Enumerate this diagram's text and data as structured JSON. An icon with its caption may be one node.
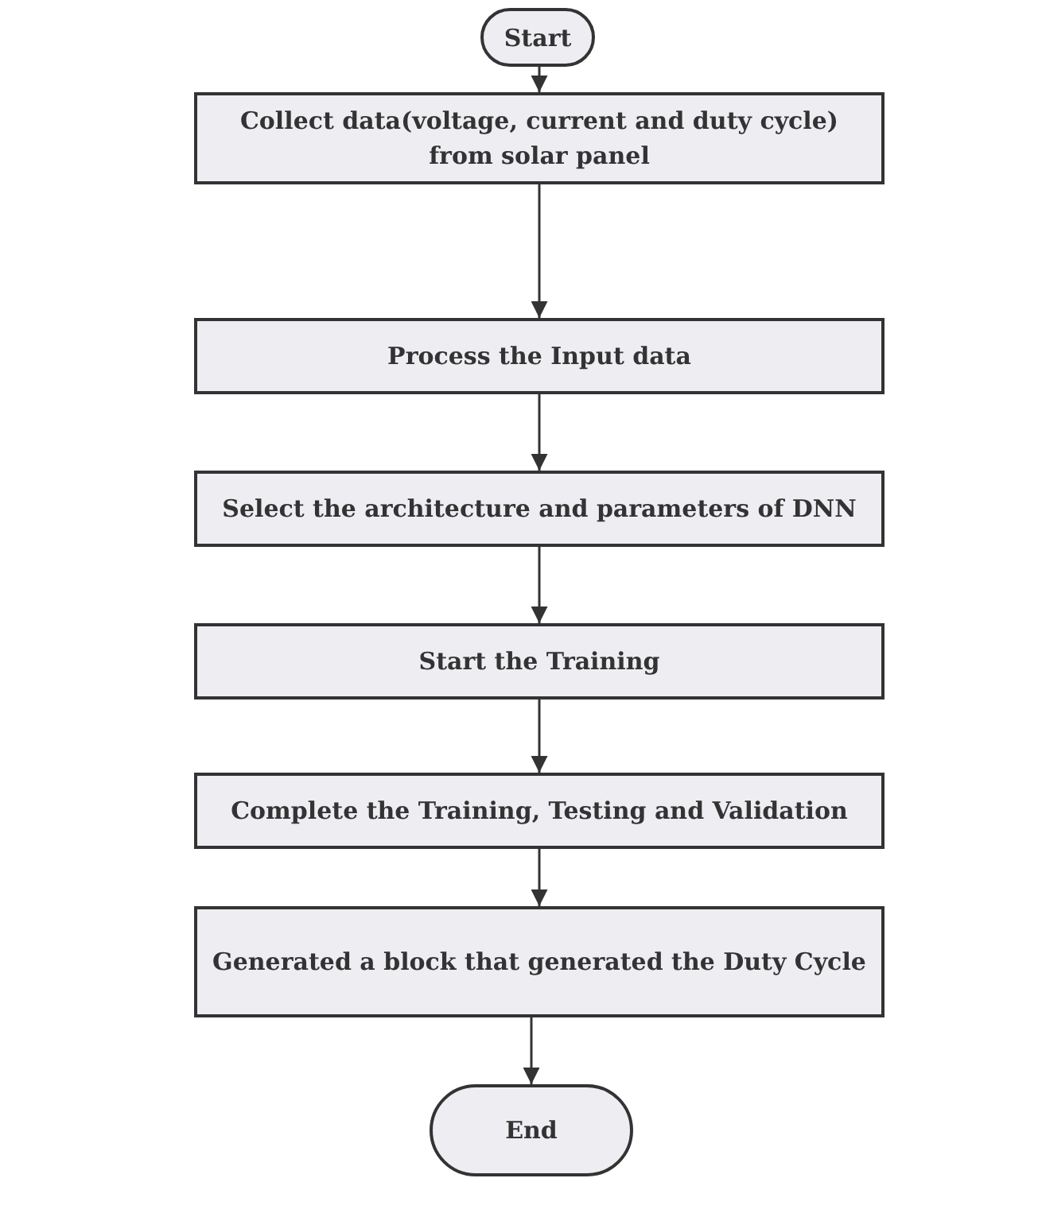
{
  "diagram": {
    "nodes": [
      {
        "text": [
          "Start"
        ]
      },
      {
        "text": [
          "Collect data(voltage, current and duty cycle) from solar panel"
        ]
      },
      {
        "text": [
          "Process the Input data"
        ]
      },
      {
        "text": [
          "Select the architecture and parameters of DNN"
        ]
      },
      {
        "text": [
          "Start the Training"
        ]
      },
      {
        "text": [
          "Complete the Training, Testing and Validation"
        ]
      },
      {
        "text": [
          "Generated a block that generated the Duty Cycle"
        ]
      },
      {
        "text": [
          "End"
        ]
      }
    ],
    "edges": [
      {
        "from": 0,
        "to": 1,
        "arrow": "to"
      },
      {
        "from": 1,
        "to": 2,
        "arrow": "to"
      },
      {
        "from": 2,
        "to": 3,
        "arrow": "to"
      },
      {
        "from": 3,
        "to": 4,
        "arrow": "to"
      },
      {
        "from": 4,
        "to": 5,
        "arrow": "to"
      },
      {
        "from": 5,
        "to": 6,
        "arrow": "to"
      },
      {
        "from": 6,
        "to": 7,
        "arrow": "to"
      }
    ]
  }
}
